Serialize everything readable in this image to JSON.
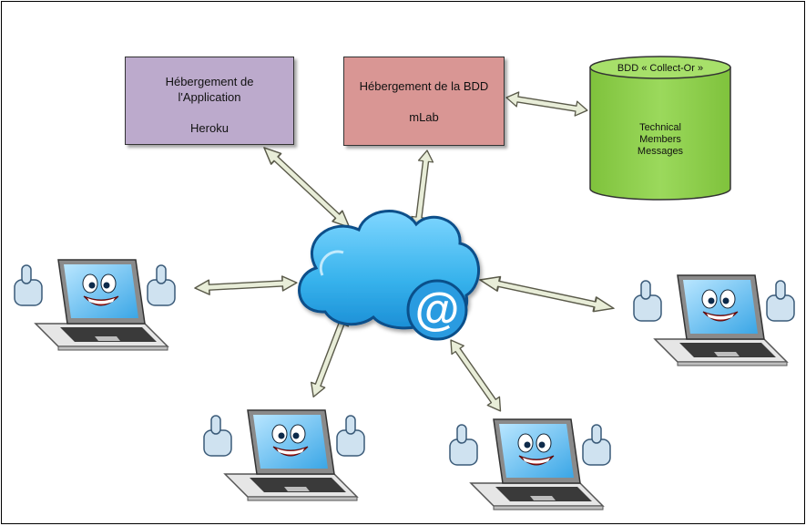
{
  "hosting_app": {
    "line1": "Hébergement de",
    "line2": "l'Application",
    "provider": "Heroku"
  },
  "hosting_db": {
    "title": "Hébergement de la BDD",
    "provider": "mLab"
  },
  "database": {
    "title": "BDD « Collect-Or »",
    "collections": [
      "Technical",
      "Members",
      "Messages"
    ]
  },
  "cloud": {
    "symbol": "@"
  },
  "colors": {
    "app_box": "#bcaacc",
    "db_box": "#d99694",
    "database": "#92d050",
    "cloud": "#4fc3f7",
    "arrow_fill": "#e8edd8",
    "arrow_stroke": "#5a5a4a"
  },
  "clients": [
    "laptop-mascot",
    "laptop-mascot",
    "laptop-mascot",
    "laptop-mascot"
  ]
}
